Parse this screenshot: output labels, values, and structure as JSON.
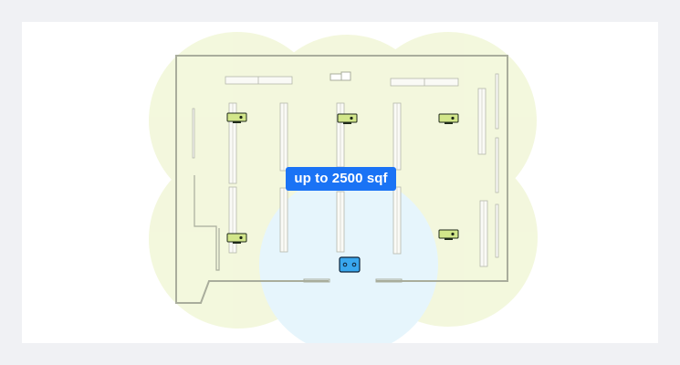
{
  "badge": {
    "label": "up to 2500 sqf"
  },
  "colors": {
    "page_background": "#f0f1f4",
    "card_background": "#ffffff",
    "coverage_green": "#eef5cf",
    "coverage_blue": "#dcf1fb",
    "wall": "#a9ad9c",
    "shelf": "#b4b7ab",
    "sensor_green": "#d2e68a",
    "sensor_blue": "#39a7ee",
    "badge_background": "#1a73f5",
    "badge_text": "#ffffff"
  },
  "devices": {
    "green_sensor_icon": "camera-sensor-icon",
    "blue_sensor_icon": "hub-sensor-icon",
    "green_sensor_count": 5,
    "blue_sensor_count": 1
  }
}
